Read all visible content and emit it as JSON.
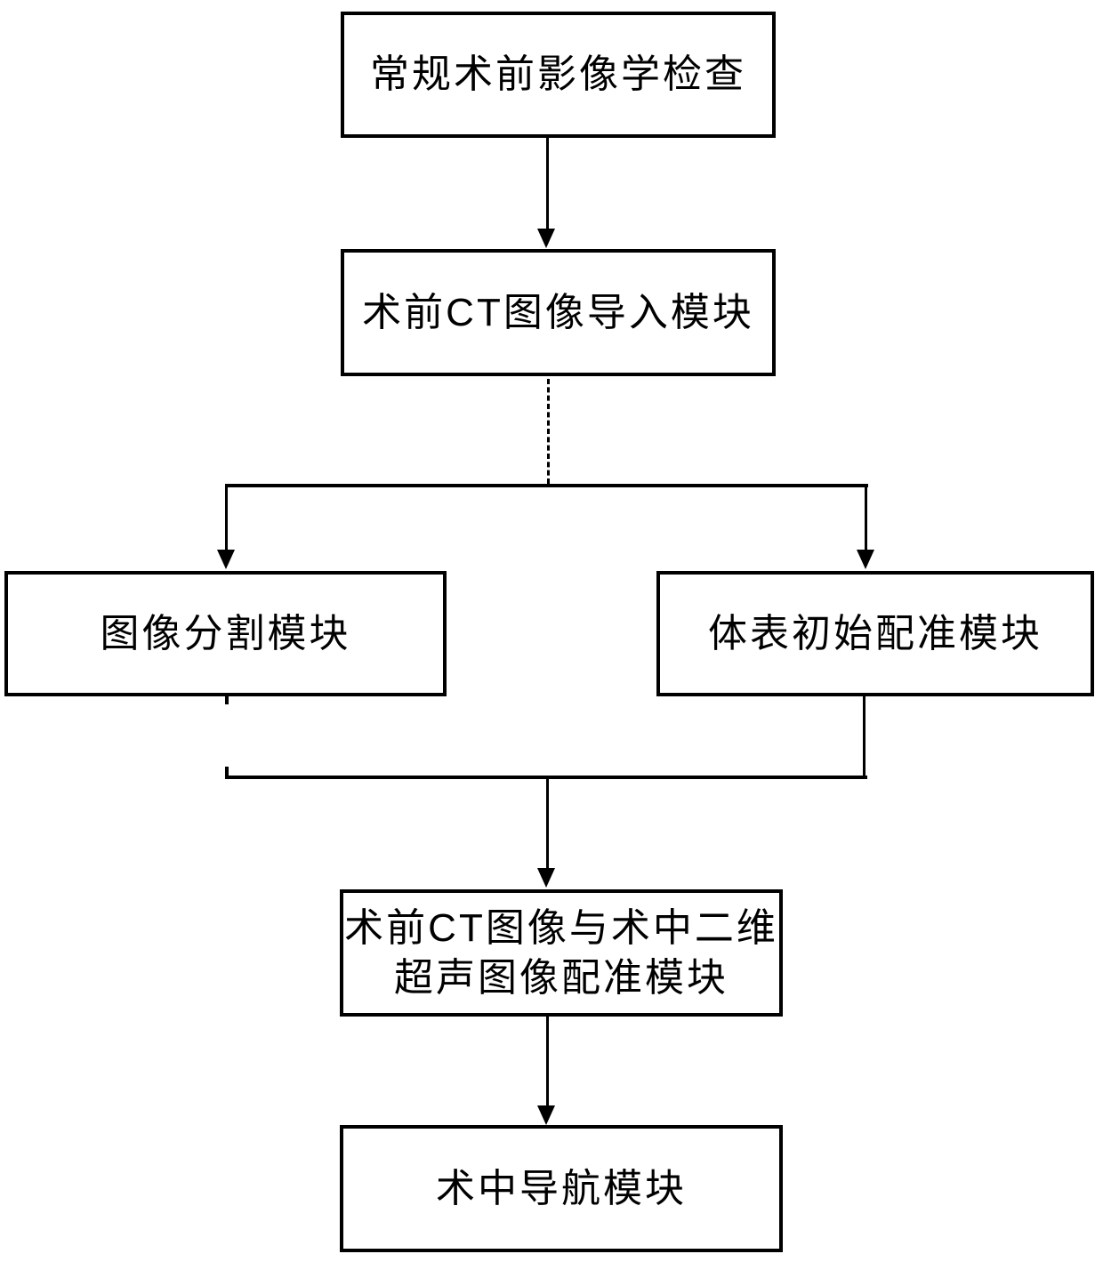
{
  "figure": {
    "type": "flowchart",
    "background_color": "#ffffff",
    "line_color": "#000000",
    "nodes": [
      {
        "id": "routine-preop-imaging",
        "label": "常规术前影像学检查"
      },
      {
        "id": "preop-ct-import",
        "label": "术前CT图像导入模块"
      },
      {
        "id": "image-segmentation",
        "label": "图像分割模块"
      },
      {
        "id": "body-surface-initial-registration",
        "label": "体表初始配准模块"
      },
      {
        "id": "ct-us-registration",
        "lines": [
          "术前CT图像与术中二维",
          "超声图像配准模块"
        ]
      },
      {
        "id": "intraop-navigation",
        "label": "术中导航模块"
      }
    ],
    "edges": [
      {
        "from": "routine-preop-imaging",
        "to": "preop-ct-import",
        "style": "solid-arrow"
      },
      {
        "from": "preop-ct-import",
        "to": "image-segmentation",
        "style": "dashed-split-arrow"
      },
      {
        "from": "preop-ct-import",
        "to": "body-surface-initial-registration",
        "style": "dashed-split-arrow"
      },
      {
        "from": "image-segmentation",
        "to": "ct-us-registration",
        "style": "merge-arrow"
      },
      {
        "from": "body-surface-initial-registration",
        "to": "ct-us-registration",
        "style": "merge-arrow"
      },
      {
        "from": "ct-us-registration",
        "to": "intraop-navigation",
        "style": "solid-arrow"
      }
    ]
  }
}
